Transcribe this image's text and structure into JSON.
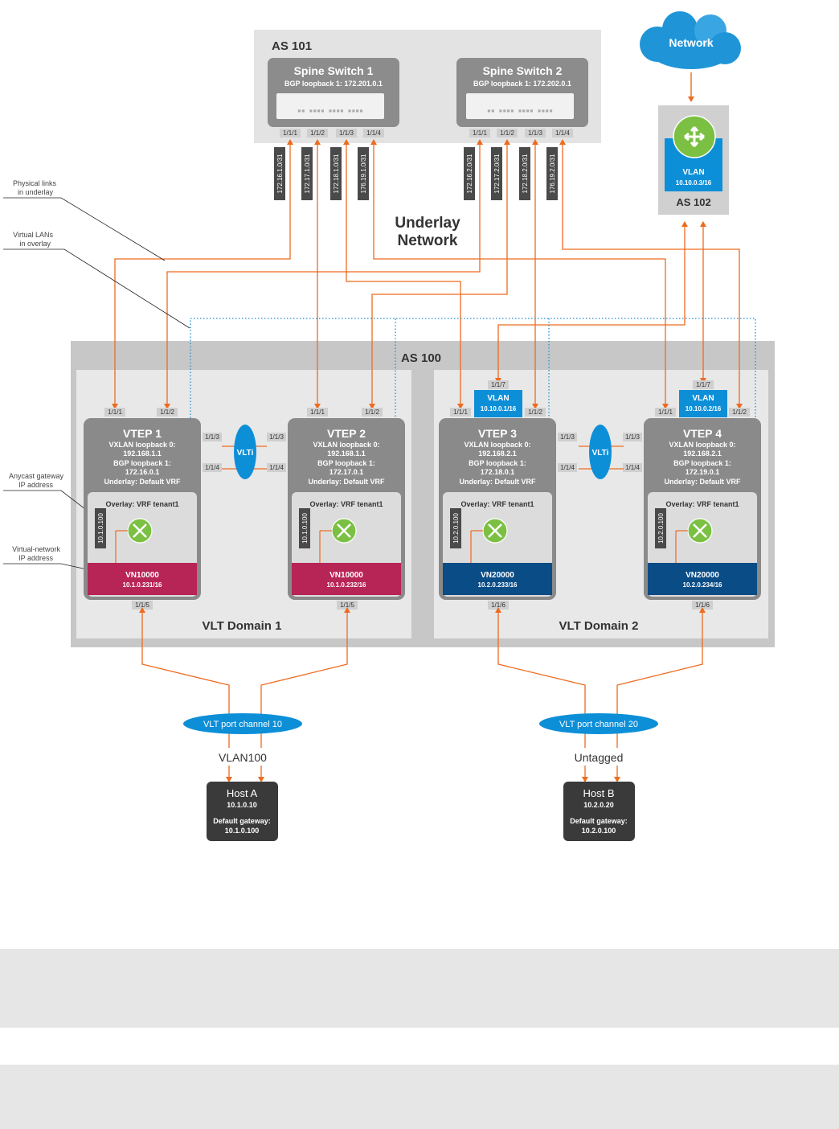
{
  "as101": {
    "label": "AS 101"
  },
  "underlay": {
    "line1": "Underlay",
    "line2": "Network"
  },
  "spines": [
    {
      "name": "Spine Switch 1",
      "loopback": "BGP loopback 1: 172.201.0.1",
      "ports": [
        "1/1/1",
        "1/1/2",
        "1/1/3",
        "1/1/4"
      ],
      "subnets": [
        "172.16.1.0/31",
        "172.17.1.0/31",
        "172.18.1.0/31",
        "176.19.1.0/31"
      ]
    },
    {
      "name": "Spine Switch 2",
      "loopback": "BGP loopback 1: 172.202.0.1",
      "ports": [
        "1/1/1",
        "1/1/2",
        "1/1/3",
        "1/1/4"
      ],
      "subnets": [
        "172.16.2.0/31",
        "172.17.2.0/31",
        "172.18.2.0/31",
        "176.19.2.0/31"
      ]
    }
  ],
  "network_cloud": {
    "label": "Network"
  },
  "as102": {
    "label": "AS 102",
    "vlan_label": "VLAN",
    "vlan_ip": "10.10.0.3/16"
  },
  "callouts": {
    "physical_links": [
      "Physical links",
      "in underlay"
    ],
    "virtual_lans": [
      "Virtual LANs",
      "in overlay"
    ],
    "anycast": [
      "Anycast gateway",
      "IP address"
    ],
    "virtual_network": [
      "Virtual-network",
      "IP address"
    ]
  },
  "as100": {
    "label": "AS 100"
  },
  "domains": [
    {
      "label": "VLT Domain 1",
      "vlti": "VLTi",
      "port_channel": "VLT port channel 10",
      "host_link_label": "VLAN100",
      "host": {
        "name": "Host A",
        "ip": "10.1.0.10",
        "gw_label": "Default gateway:",
        "gw": "10.1.0.100"
      }
    },
    {
      "label": "VLT Domain 2",
      "vlti": "VLTi",
      "port_channel": "VLT port channel 20",
      "host_link_label": "Untagged",
      "host": {
        "name": "Host B",
        "ip": "10.2.0.20",
        "gw_label": "Default gateway:",
        "gw": "10.2.0.100"
      }
    }
  ],
  "vteps": [
    {
      "name": "VTEP 1",
      "vx_label": "VXLAN loopback 0:",
      "vx_ip": "192.168.1.1",
      "bgp_label": "BGP loopback 1:",
      "bgp_ip": "172.16.0.1",
      "underlay": "Underlay: Default VRF",
      "overlay": "Overlay: VRF tenant1",
      "anycast": "10.1.0.100",
      "vn": "VN10000",
      "vn_ip": "10.1.0.231/16",
      "up_ports": [
        "1/1/1",
        "1/1/2"
      ],
      "vlti_ports": [
        "1/1/3",
        "1/1/4"
      ],
      "down_port": "1/1/5"
    },
    {
      "name": "VTEP 2",
      "vx_label": "VXLAN loopback 0:",
      "vx_ip": "192.168.1.1",
      "bgp_label": "BGP loopback 1:",
      "bgp_ip": "172.17.0.1",
      "underlay": "Underlay: Default VRF",
      "overlay": "Overlay: VRF tenant1",
      "anycast": "10.1.0.100",
      "vn": "VN10000",
      "vn_ip": "10.1.0.232/16",
      "up_ports": [
        "1/1/1",
        "1/1/2"
      ],
      "vlti_ports": [
        "1/1/3",
        "1/1/4"
      ],
      "down_port": "1/1/5"
    },
    {
      "name": "VTEP 3",
      "vx_label": "VXLAN loopback 0:",
      "vx_ip": "192.168.2.1",
      "bgp_label": "BGP loopback 1:",
      "bgp_ip": "172.18.0.1",
      "underlay": "Underlay: Default VRF",
      "overlay": "Overlay: VRF tenant1",
      "anycast": "10.2.0.100",
      "vn": "VN20000",
      "vn_ip": "10.2.0.233/16",
      "up_ports": [
        "1/1/1",
        "1/1/2"
      ],
      "vlti_ports": [
        "1/1/3",
        "1/1/4"
      ],
      "down_port": "1/1/6",
      "top_port": "1/1/7",
      "vlan_label": "VLAN",
      "vlan_ip": "10.10.0.1/16"
    },
    {
      "name": "VTEP 4",
      "vx_label": "VXLAN loopback 0:",
      "vx_ip": "192.168.2.1",
      "bgp_label": "BGP loopback 1:",
      "bgp_ip": "172.19.0.1",
      "underlay": "Underlay: Default VRF",
      "overlay": "Overlay: VRF tenant1",
      "anycast": "10.2.0.100",
      "vn": "VN20000",
      "vn_ip": "10.2.0.234/16",
      "up_ports": [
        "1/1/1",
        "1/1/2"
      ],
      "vlti_ports": [
        "1/1/3",
        "1/1/4"
      ],
      "down_port": "1/1/6",
      "top_port": "1/1/7",
      "vlan_label": "VLAN",
      "vlan_ip": "10.10.0.2/16"
    }
  ],
  "colors": {
    "link": "#ed6b1f",
    "overlay": "#1e8ed3",
    "vn1": "#b72456",
    "vn2": "#0a4c86",
    "vlan": "#0d8fd8",
    "router": "#7bc043",
    "box_dark": "#8a8a8a",
    "host": "#3a3a3a"
  }
}
